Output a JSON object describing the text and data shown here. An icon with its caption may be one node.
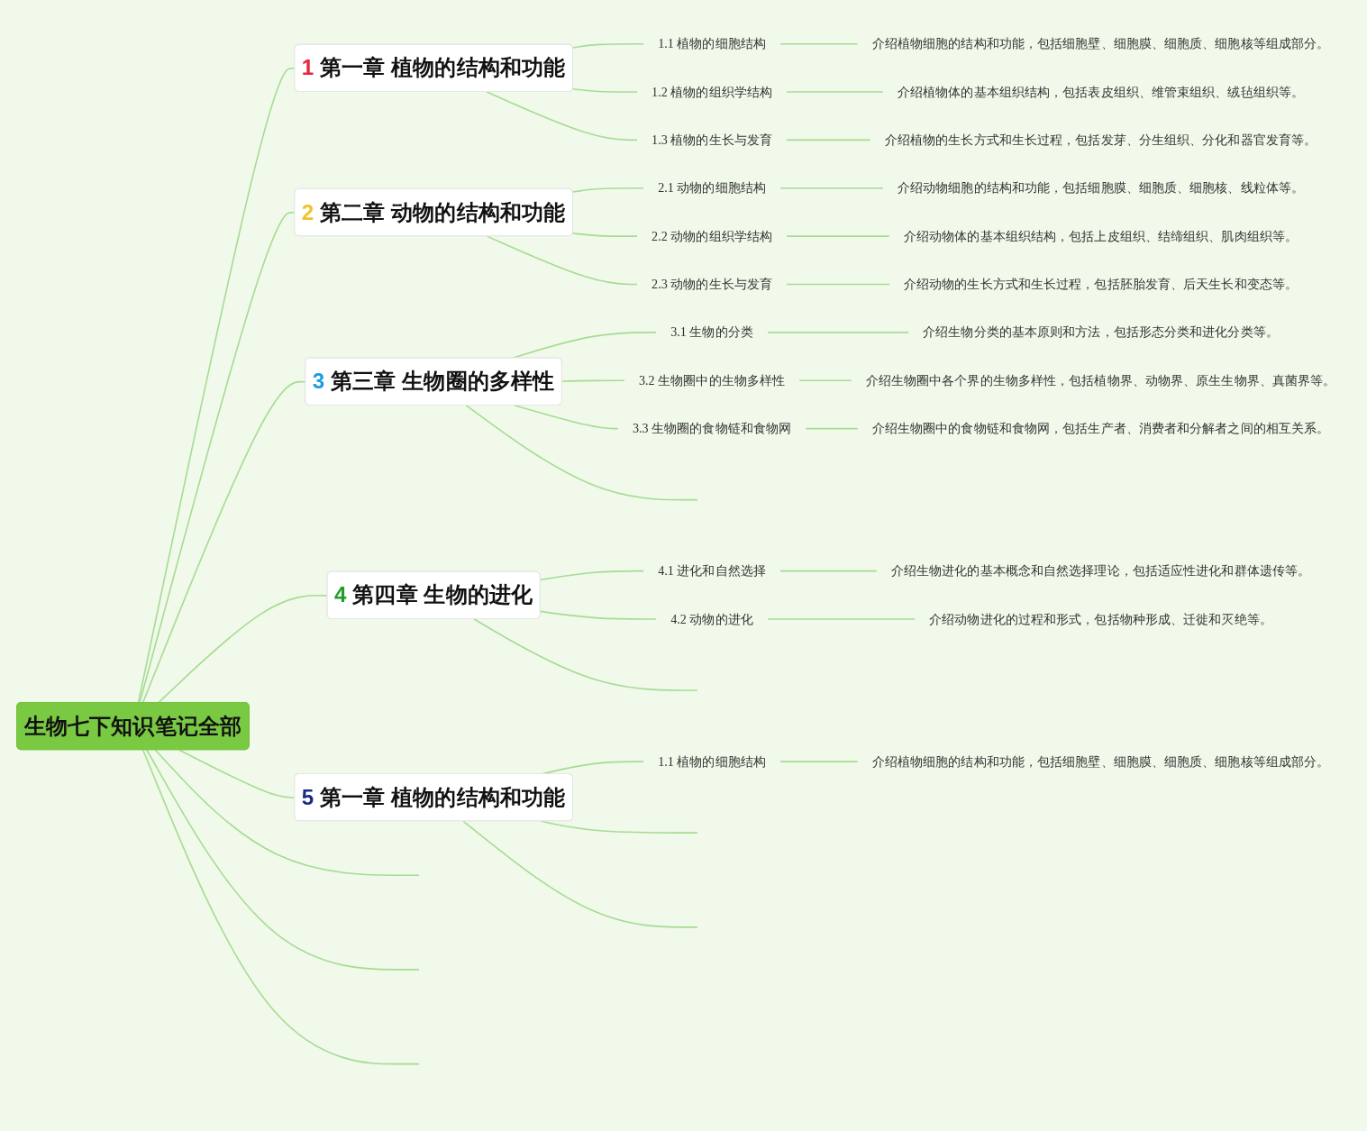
{
  "diagram": {
    "nodes": [
      {
        "text": [
          "生物七下知识笔记全部"
        ]
      },
      {
        "text": [
          "1",
          "第一章 植物的结构和功能"
        ]
      },
      {
        "text": [
          "1.1 植物的细胞结构"
        ]
      },
      {
        "text": [
          "介绍植物细胞的结构和功能，包括细胞壁、细胞膜、细胞质、细胞核等组成部分。"
        ]
      },
      {
        "text": [
          "1.2 植物的组织学结构"
        ]
      },
      {
        "text": [
          "介绍植物体的基本组织结构，包括表皮组织、维管束组织、绒毡组织等。"
        ]
      },
      {
        "text": [
          "1.3 植物的生长与发育"
        ]
      },
      {
        "text": [
          "介绍植物的生长方式和生长过程，包括发芽、分生组织、分化和器官发育等。"
        ]
      },
      {
        "text": [
          "2",
          "第二章 动物的结构和功能"
        ]
      },
      {
        "text": [
          "2.1 动物的细胞结构"
        ]
      },
      {
        "text": [
          "介绍动物细胞的结构和功能，包括细胞膜、细胞质、细胞核、线粒体等。"
        ]
      },
      {
        "text": [
          "2.2 动物的组织学结构"
        ]
      },
      {
        "text": [
          "介绍动物体的基本组织结构，包括上皮组织、结缔组织、肌肉组织等。"
        ]
      },
      {
        "text": [
          "2.3 动物的生长与发育"
        ]
      },
      {
        "text": [
          "介绍动物的生长方式和生长过程，包括胚胎发育、后天生长和变态等。"
        ]
      },
      {
        "text": [
          "3",
          "第三章 生物圈的多样性"
        ]
      },
      {
        "text": [
          "3.1 生物的分类"
        ]
      },
      {
        "text": [
          "介绍生物分类的基本原则和方法，包括形态分类和进化分类等。"
        ]
      },
      {
        "text": [
          "3.2 生物圈中的生物多样性"
        ]
      },
      {
        "text": [
          "介绍生物圈中各个界的生物多样性，包括植物界、动物界、原生生物界、真菌界等。"
        ]
      },
      {
        "text": [
          "3.3 生物圈的食物链和食物网"
        ]
      },
      {
        "text": [
          "介绍生物圈中的食物链和食物网，包括生产者、消费者和分解者之间的相互关系。"
        ]
      },
      {
        "text": [
          "4",
          "第四章 生物的进化"
        ]
      },
      {
        "text": [
          "4.1 进化和自然选择"
        ]
      },
      {
        "text": [
          "介绍生物进化的基本概念和自然选择理论，包括适应性进化和群体遗传等。"
        ]
      },
      {
        "text": [
          "4.2 动物的进化"
        ]
      },
      {
        "text": [
          "介绍动物进化的过程和形式，包括物种形成、迁徙和灭绝等。"
        ]
      },
      {
        "text": [
          "5",
          "第一章 植物的结构和功能"
        ]
      },
      {
        "text": [
          "1.1 植物的细胞结构"
        ]
      },
      {
        "text": [
          "介绍植物细胞的结构和功能，包括细胞壁、细胞膜、细胞质、细胞核等组成部分。"
        ]
      }
    ],
    "edges": [
      {
        "from": 0,
        "to": 1,
        "arrow": "none"
      },
      {
        "from": 1,
        "to": 2,
        "arrow": "none"
      },
      {
        "from": 2,
        "to": 3,
        "arrow": "none"
      },
      {
        "from": 1,
        "to": 4,
        "arrow": "none"
      },
      {
        "from": 4,
        "to": 5,
        "arrow": "none"
      },
      {
        "from": 1,
        "to": 6,
        "arrow": "none"
      },
      {
        "from": 6,
        "to": 7,
        "arrow": "none"
      },
      {
        "from": 0,
        "to": 8,
        "arrow": "none"
      },
      {
        "from": 8,
        "to": 9,
        "arrow": "none"
      },
      {
        "from": 9,
        "to": 10,
        "arrow": "none"
      },
      {
        "from": 8,
        "to": 11,
        "arrow": "none"
      },
      {
        "from": 11,
        "to": 12,
        "arrow": "none"
      },
      {
        "from": 8,
        "to": 13,
        "arrow": "none"
      },
      {
        "from": 13,
        "to": 14,
        "arrow": "none"
      },
      {
        "from": 0,
        "to": 15,
        "arrow": "none"
      },
      {
        "from": 15,
        "to": 16,
        "arrow": "none"
      },
      {
        "from": 16,
        "to": 17,
        "arrow": "none"
      },
      {
        "from": 15,
        "to": 18,
        "arrow": "none"
      },
      {
        "from": 18,
        "to": 19,
        "arrow": "none"
      },
      {
        "from": 15,
        "to": 20,
        "arrow": "none"
      },
      {
        "from": 20,
        "to": 21,
        "arrow": "none"
      },
      {
        "from": 15,
        "to": null,
        "arrow": "none"
      },
      {
        "from": 0,
        "to": 22,
        "arrow": "none"
      },
      {
        "from": 22,
        "to": 23,
        "arrow": "none"
      },
      {
        "from": 23,
        "to": 24,
        "arrow": "none"
      },
      {
        "from": 22,
        "to": 25,
        "arrow": "none"
      },
      {
        "from": 25,
        "to": 26,
        "arrow": "none"
      },
      {
        "from": 22,
        "to": null,
        "arrow": "none"
      },
      {
        "from": 0,
        "to": 27,
        "arrow": "none"
      },
      {
        "from": 27,
        "to": 28,
        "arrow": "none"
      },
      {
        "from": 28,
        "to": 29,
        "arrow": "none"
      },
      {
        "from": 27,
        "to": null,
        "arrow": "none"
      },
      {
        "from": 27,
        "to": null,
        "arrow": "none"
      },
      {
        "from": 0,
        "to": null,
        "arrow": "none"
      },
      {
        "from": 0,
        "to": null,
        "arrow": "none"
      },
      {
        "from": 0,
        "to": null,
        "arrow": "none"
      }
    ]
  }
}
